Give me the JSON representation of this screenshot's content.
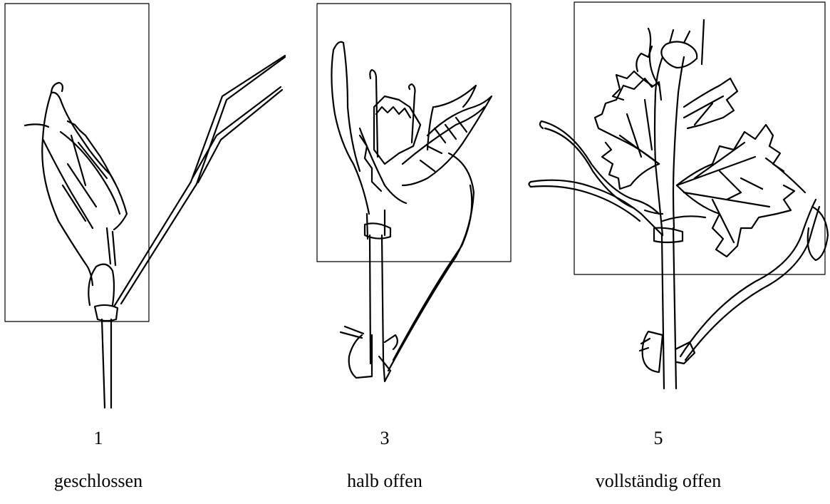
{
  "panels": [
    {
      "number": "1",
      "label": "geschlossen"
    },
    {
      "number": "3",
      "label": "halb offen"
    },
    {
      "number": "5",
      "label": "vollständig offen"
    }
  ]
}
